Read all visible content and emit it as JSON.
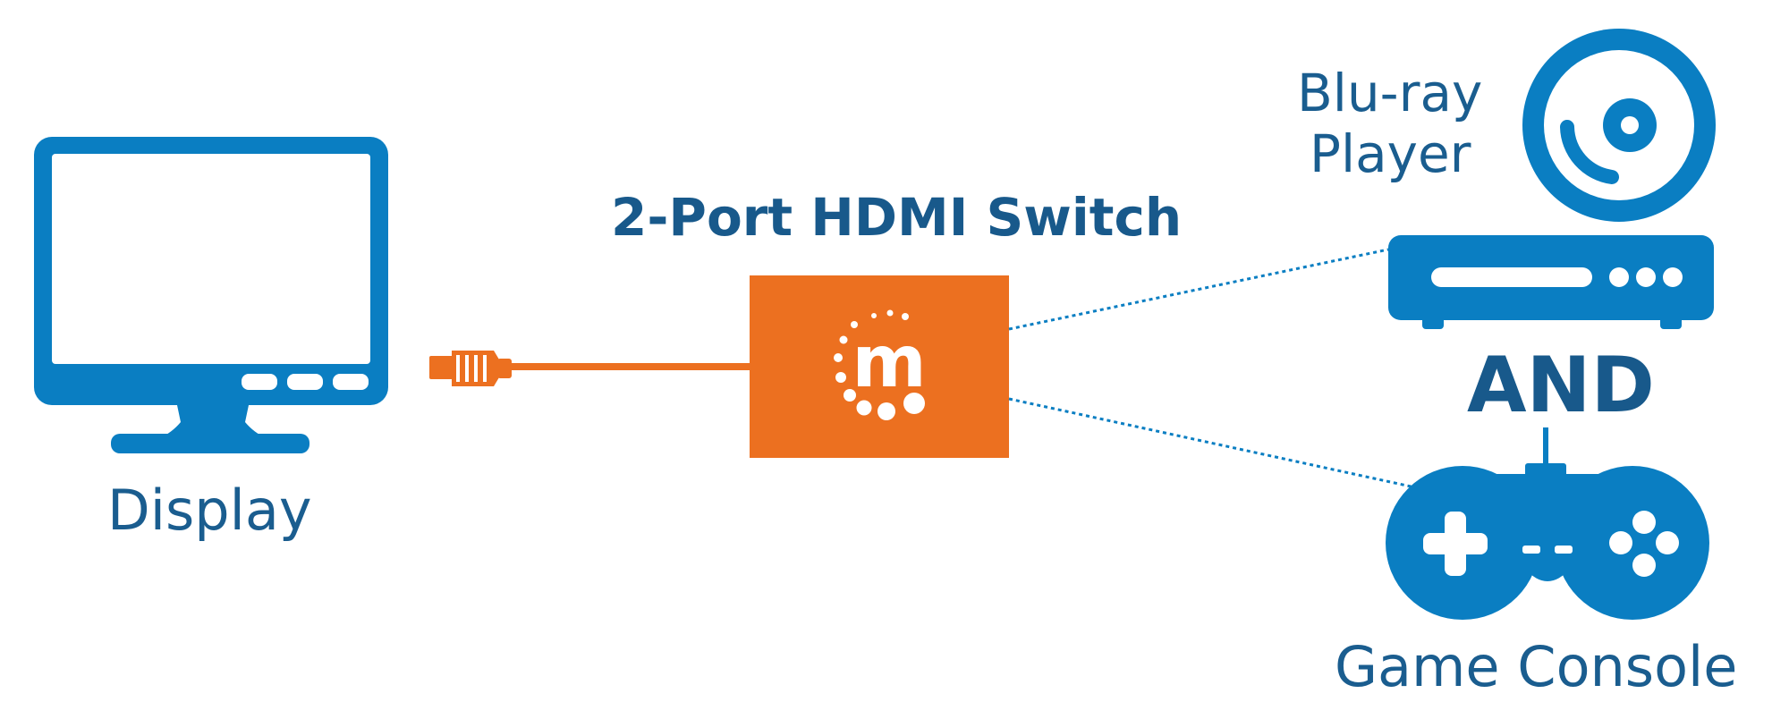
{
  "diagram": {
    "display_label": "Display",
    "switch_label": "2-Port HDMI Switch",
    "bluray_label_line1": "Blu-ray",
    "bluray_label_line2": "Player",
    "and_label": "AND",
    "console_label": "Game Console",
    "logo_letter": "m"
  },
  "colors": {
    "blue": "#0a7ec2",
    "dark_blue_text": "#18598b",
    "orange": "#ec7020",
    "white": "#ffffff"
  },
  "icons": [
    "monitor-icon",
    "hdmi-plug-icon",
    "hdmi-switch-device",
    "brand-logo-icon",
    "blu-ray-disc-icon",
    "blu-ray-player-icon",
    "gamepad-icon"
  ]
}
